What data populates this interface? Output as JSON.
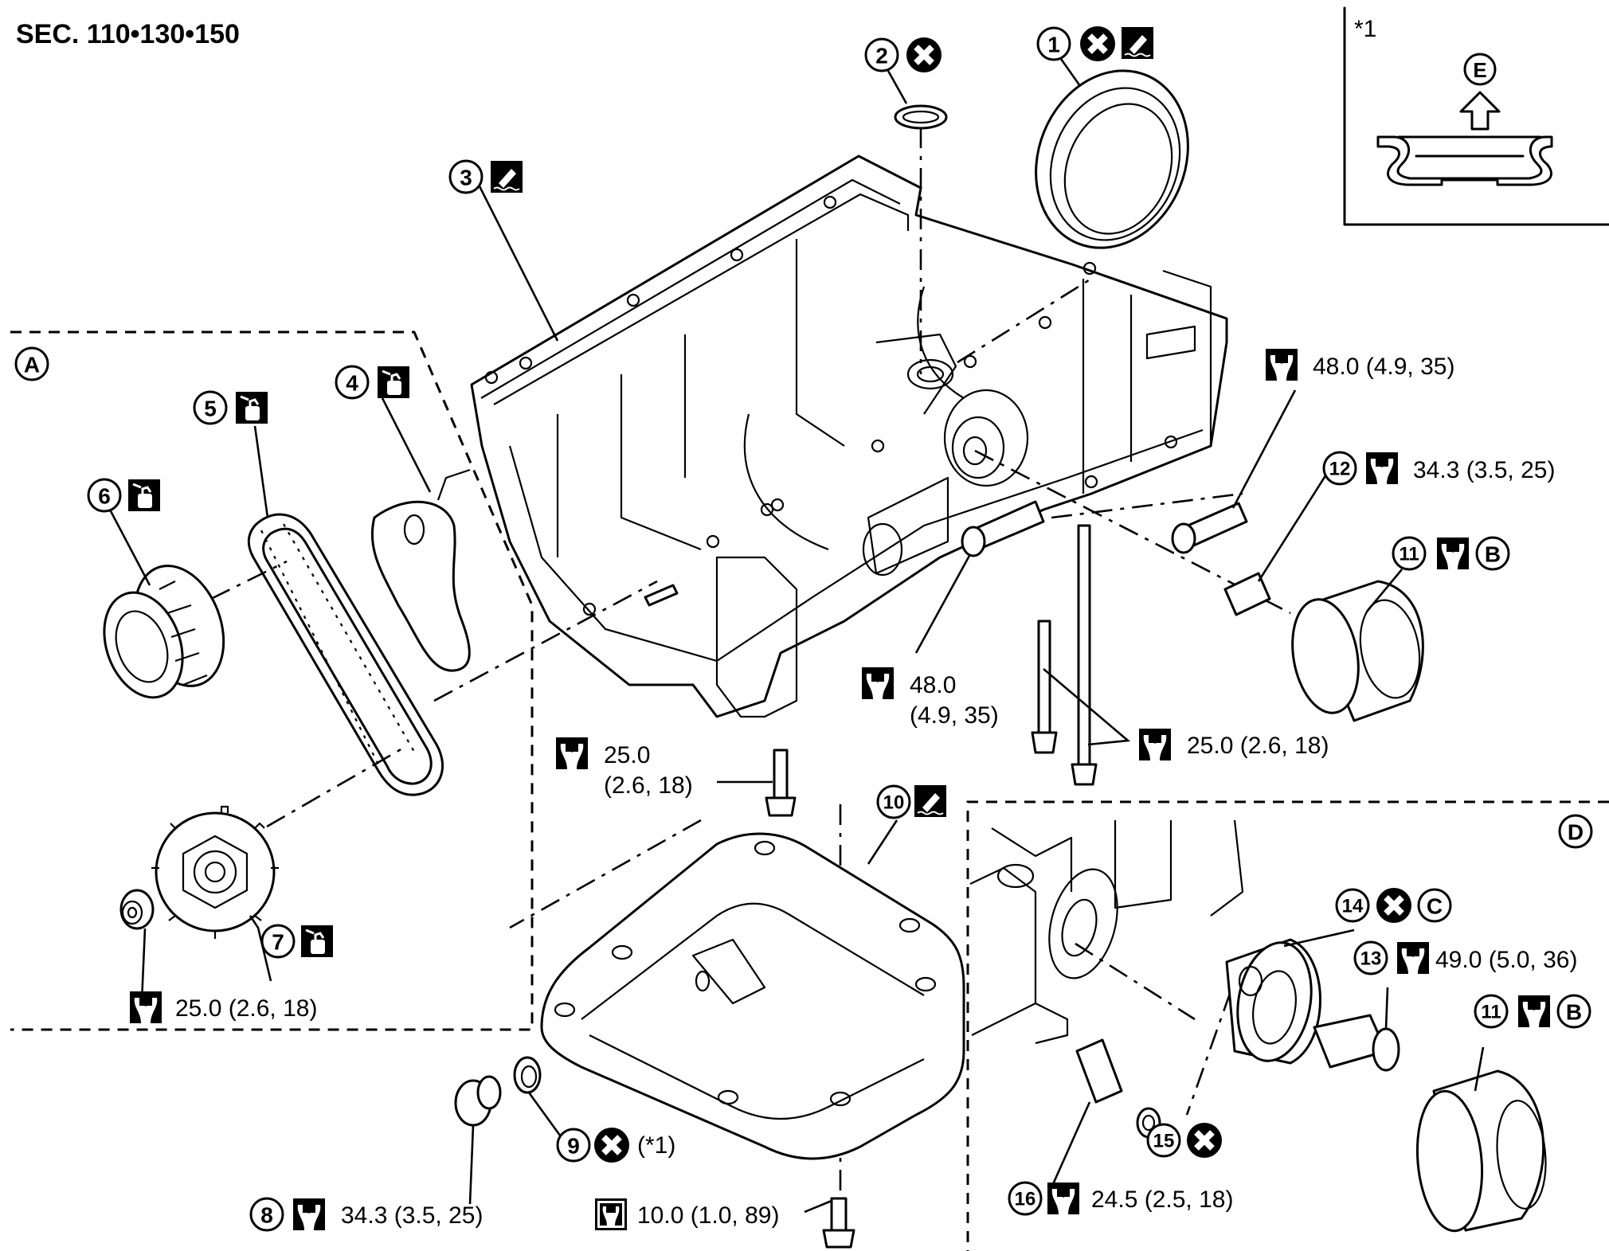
{
  "title": "SEC. 110•130•150",
  "colors": {
    "ink": "#000000",
    "paper": "#ffffff"
  },
  "inset": {
    "label": "*1",
    "ref_letter": "E",
    "note": "Oil pan drain plug gasket orientation"
  },
  "detail_views": {
    "A": {
      "letter": "A"
    },
    "D": {
      "letter": "D"
    }
  },
  "symbols": {
    "replace": "cross-in-circle-icon (always replace after every disassembly)",
    "sealant": "liquid-gasket-icon (apply sealant)",
    "oil": "oil-can-icon (apply engine oil)",
    "torque": "torque-wrench-icon (N·m (kg-m, ft-lb))",
    "torque_small": "torque-wrench-framed-icon (N·m (kg-m, in-lb))"
  },
  "callouts": [
    {
      "num": "1",
      "symbols": [
        "replace",
        "sealant"
      ]
    },
    {
      "num": "2",
      "symbols": [
        "replace"
      ]
    },
    {
      "num": "3",
      "symbols": [
        "sealant"
      ]
    },
    {
      "num": "4",
      "symbols": [
        "oil"
      ]
    },
    {
      "num": "5",
      "symbols": [
        "oil"
      ]
    },
    {
      "num": "6",
      "symbols": [
        "oil"
      ]
    },
    {
      "num": "7",
      "symbols": [
        "oil"
      ]
    },
    {
      "num": "8",
      "symbols": [
        "torque"
      ],
      "torque": "34.3 (3.5, 25)"
    },
    {
      "num": "9",
      "symbols": [
        "replace"
      ],
      "note": "(*1)"
    },
    {
      "num": "10",
      "symbols": [
        "sealant"
      ]
    },
    {
      "num": "11",
      "symbols": [
        "torque"
      ],
      "ref": "B"
    },
    {
      "num": "12",
      "symbols": [
        "torque"
      ],
      "torque": "34.3 (3.5, 25)"
    },
    {
      "num": "13",
      "symbols": [
        "torque"
      ],
      "torque": "49.0 (5.0, 36)"
    },
    {
      "num": "14",
      "symbols": [
        "replace"
      ],
      "ref": "C"
    },
    {
      "num": "15",
      "symbols": [
        "replace"
      ]
    },
    {
      "num": "16",
      "symbols": [
        "torque"
      ],
      "torque": "24.5 (2.5, 18)"
    }
  ],
  "torques": {
    "upper_right_bolt": "48.0 (4.9, 35)",
    "side_bolt_line1": "48.0",
    "side_bolt_line2": "(4.9, 35)",
    "long_bolts": "25.0 (2.6, 18)",
    "pan_front_bolt_line1": "25.0",
    "pan_front_bolt_line2": "(2.6, 18)",
    "sprocket_bolt": "25.0 (2.6, 18)",
    "oil_pan_bolt": "10.0 (1.0, 89)"
  },
  "labels": {
    "n1": "1",
    "n2": "2",
    "n3": "3",
    "n4": "4",
    "n5": "5",
    "n6": "6",
    "n7": "7",
    "n8": "8",
    "n9": "9",
    "n10": "10",
    "n11": "11",
    "n12": "12",
    "n13": "13",
    "n14": "14",
    "n15": "15",
    "n16": "16",
    "A": "A",
    "B": "B",
    "C": "C",
    "D": "D",
    "E": "E",
    "star1": "*1",
    "star1_note": "(*1)"
  }
}
